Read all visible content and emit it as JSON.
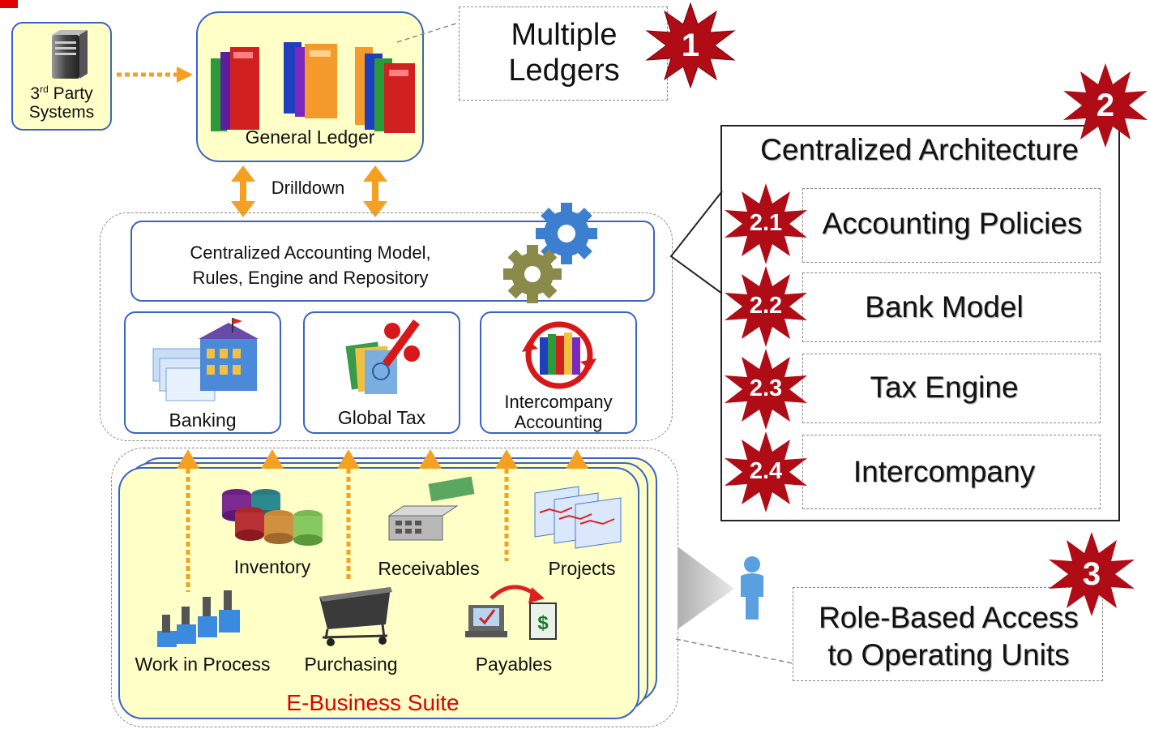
{
  "third_party": {
    "label_main": "3",
    "label_sup": "rd",
    "label_rest": " Party",
    "label_line2": "Systems"
  },
  "general_ledger": {
    "label": "General Ledger"
  },
  "drilldown": {
    "label": "Drilldown"
  },
  "central_engine": {
    "line1": "Centralized Accounting Model,",
    "line2": "Rules, Engine and Repository"
  },
  "modules": {
    "banking": "Banking",
    "global_tax": "Global Tax",
    "intercompany_line1": "Intercompany",
    "intercompany_line2": "Accounting"
  },
  "ebs": {
    "title": "E-Business Suite",
    "inventory": "Inventory",
    "receivables": "Receivables",
    "projects": "Projects",
    "wip": "Work in Process",
    "purchasing": "Purchasing",
    "payables": "Payables"
  },
  "callouts": {
    "multiple_ledgers_line1": "Multiple",
    "multiple_ledgers_line2": "Ledgers",
    "centralized_title": "Centralized Architecture",
    "items": [
      {
        "badge": "2.1",
        "text": "Accounting Policies"
      },
      {
        "badge": "2.2",
        "text": "Bank Model"
      },
      {
        "badge": "2.3",
        "text": "Tax Engine"
      },
      {
        "badge": "2.4",
        "text": "Intercompany"
      }
    ],
    "role_line1": "Role-Based Access",
    "role_line2": "to Operating Units"
  },
  "badges": {
    "b1": "1",
    "b2": "2",
    "b3": "3"
  },
  "colors": {
    "accent_orange": "#f5a020",
    "border_blue": "#3b63c4",
    "fill_yellow": "#ffffc8",
    "badge_red": "#c0101a",
    "ebs_title_red": "#e00000"
  }
}
